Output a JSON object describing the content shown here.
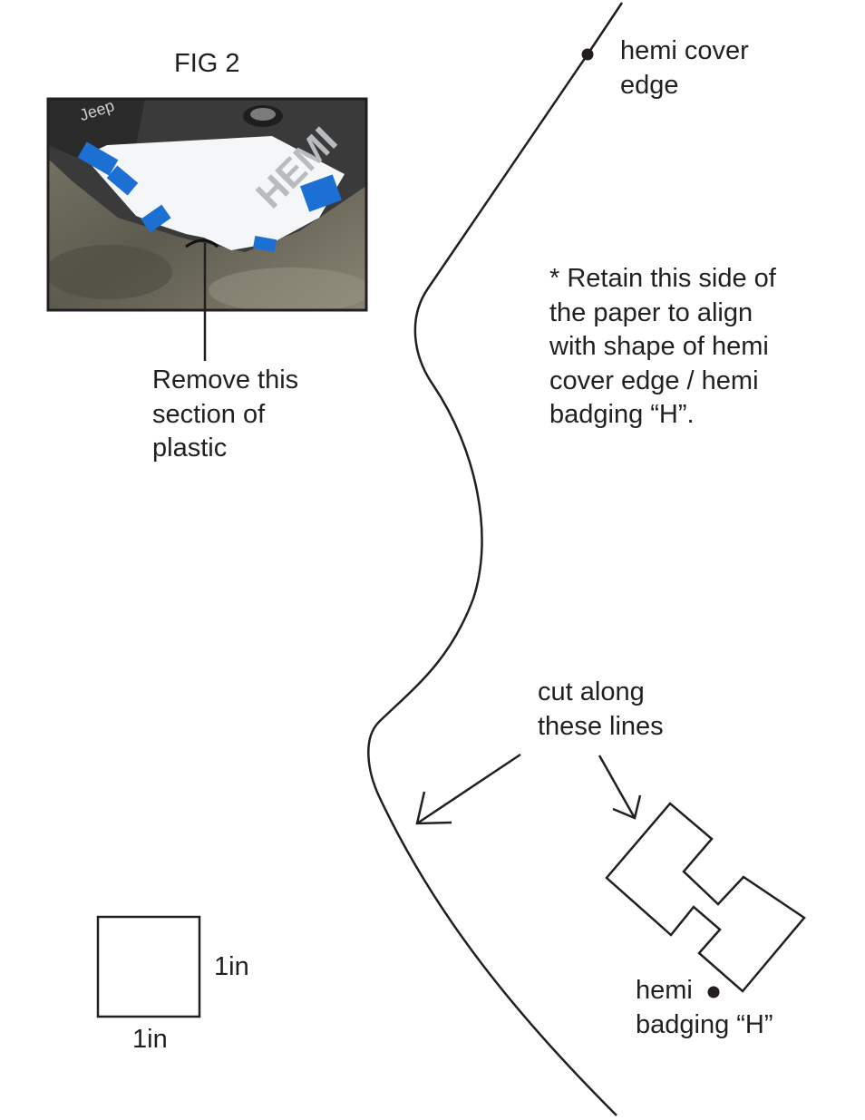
{
  "figure": {
    "title": "FIG 2"
  },
  "photo": {
    "badge_text": "HEMI",
    "logo_text": "Jeep"
  },
  "callouts": {
    "remove_section": [
      "Remove this",
      "section of",
      "plastic"
    ],
    "cover_edge": [
      "hemi cover",
      "edge"
    ],
    "retain_note": [
      "* Retain this side of",
      "the paper to align",
      "with shape of hemi",
      "cover edge / hemi",
      "badging “H”."
    ],
    "cut_lines": [
      "cut along",
      "these lines"
    ],
    "badge_h": [
      "hemi",
      "badging “H”"
    ]
  },
  "scale": {
    "side_label": "1in",
    "bottom_label": "1in"
  },
  "colors": {
    "ink": "#231f20",
    "tape": "#1c6fd3",
    "cover_plastic": "#3a3a3a",
    "paper": "#f4f6f8",
    "floor": "#6b6a5c"
  }
}
